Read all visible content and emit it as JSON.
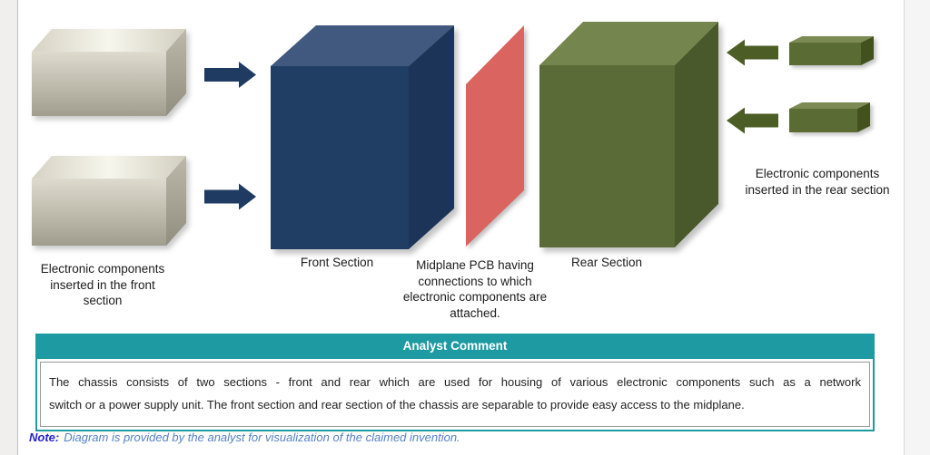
{
  "page": {
    "background_color": "#f5f5f5",
    "paper_color": "#ffffff"
  },
  "diagram": {
    "labels": {
      "front_components": "Electronic components inserted in the front section",
      "front_section": "Front Section",
      "midplane": "Midplane PCB having connections to which electronic components are attached.",
      "rear_section": "Rear Section",
      "rear_components": "Electronic components inserted in the rear section"
    },
    "colors": {
      "component_box_top": "#ece9dc",
      "component_box_front": "#c8c4b5",
      "component_box_side": "#a9a597",
      "front_arrow": "#1f3b61",
      "front_cube_top": "#41597e",
      "front_cube_front": "#203d63",
      "front_cube_side": "#1b3457",
      "midplane_pcb": "#d96460",
      "rear_cube_top": "#75854e",
      "rear_cube_front": "#5a6b37",
      "rear_cube_side": "#49592b",
      "rear_arrow": "#4c5d25",
      "rear_box_top": "#7c8a53",
      "rear_box_front": "#5a6b33",
      "rear_box_side": "#43511f"
    }
  },
  "analyst_comment": {
    "title": "Analyst Comment",
    "header_color": "#1e9aa2",
    "body_lines": [
      "The chassis consists of two sections - front and rear which are used for housing of various electronic components such as a network",
      "switch or a power supply unit. The front section and rear section of the chassis are separable to provide easy access to the midplane."
    ]
  },
  "note": {
    "label": "Note:",
    "text": "Diagram is provided by the analyst for visualization of the claimed invention."
  }
}
